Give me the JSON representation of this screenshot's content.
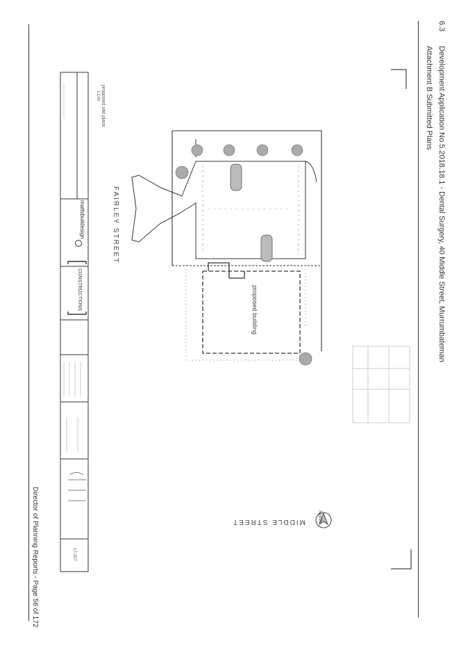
{
  "header": {
    "item_number": "6.3",
    "title": "Development Application No 5.2018.18.1 - Dental Surgery, 40 Middle Street, Murrumbateman",
    "subtitle": "Attachment B Submitted Plans"
  },
  "footer": {
    "text": "Director of Planning Reports - Page 56 of 172"
  },
  "plan": {
    "street_left": "FAIRLEY   STREET",
    "street_bottom": "MIDDLE  STREET",
    "building_label": "proposed building",
    "north_label": "North",
    "title_block": {
      "sheet_title": "proposed site plans",
      "scale": "1:100",
      "designer": "mattsbuildesign",
      "builder": "CONSTRUCTIONS",
      "drawing_no": "17-207"
    }
  }
}
